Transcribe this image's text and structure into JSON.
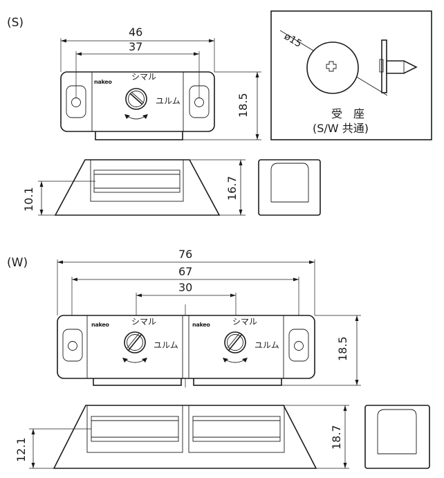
{
  "sections": {
    "s_label": "(S)",
    "w_label": "(W)"
  },
  "s_type": {
    "brand": "nakeo",
    "shimaru": "シマル",
    "yurumu": "ユルム",
    "dims": {
      "overall_width": "46",
      "hole_pitch": "37",
      "body_height": "18.5",
      "magnet_height": "10.1",
      "side_height": "16.7"
    }
  },
  "strike_plate": {
    "diameter": "ø15",
    "title": "受　座",
    "subtitle": "(S/W 共通)"
  },
  "w_type": {
    "brand": "nakeo",
    "shimaru": "シマル",
    "yurumu": "ユルム",
    "dims": {
      "overall_width": "76",
      "hole_pitch": "67",
      "magnet_pitch": "30",
      "body_height": "18.5",
      "magnet_height": "12.1",
      "side_height": "18.7"
    }
  }
}
